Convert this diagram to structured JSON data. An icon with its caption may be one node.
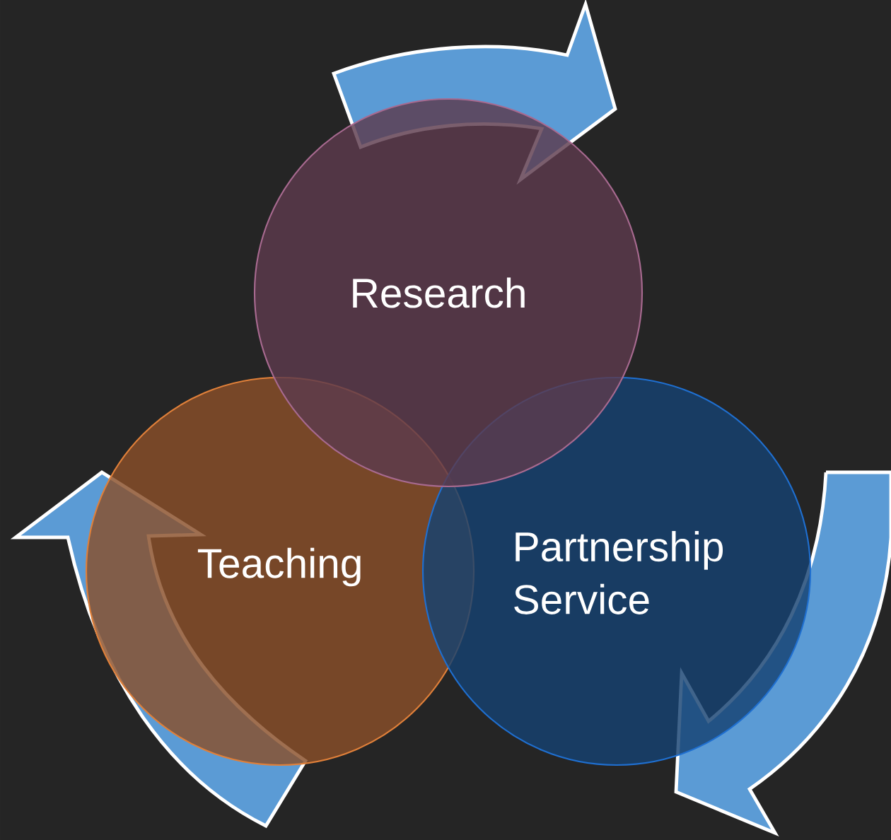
{
  "diagram": {
    "nodes": [
      {
        "text": [
          "Research"
        ]
      },
      {
        "text": [
          "Teaching"
        ]
      },
      {
        "text": [
          "Partnership Service"
        ]
      }
    ]
  }
}
